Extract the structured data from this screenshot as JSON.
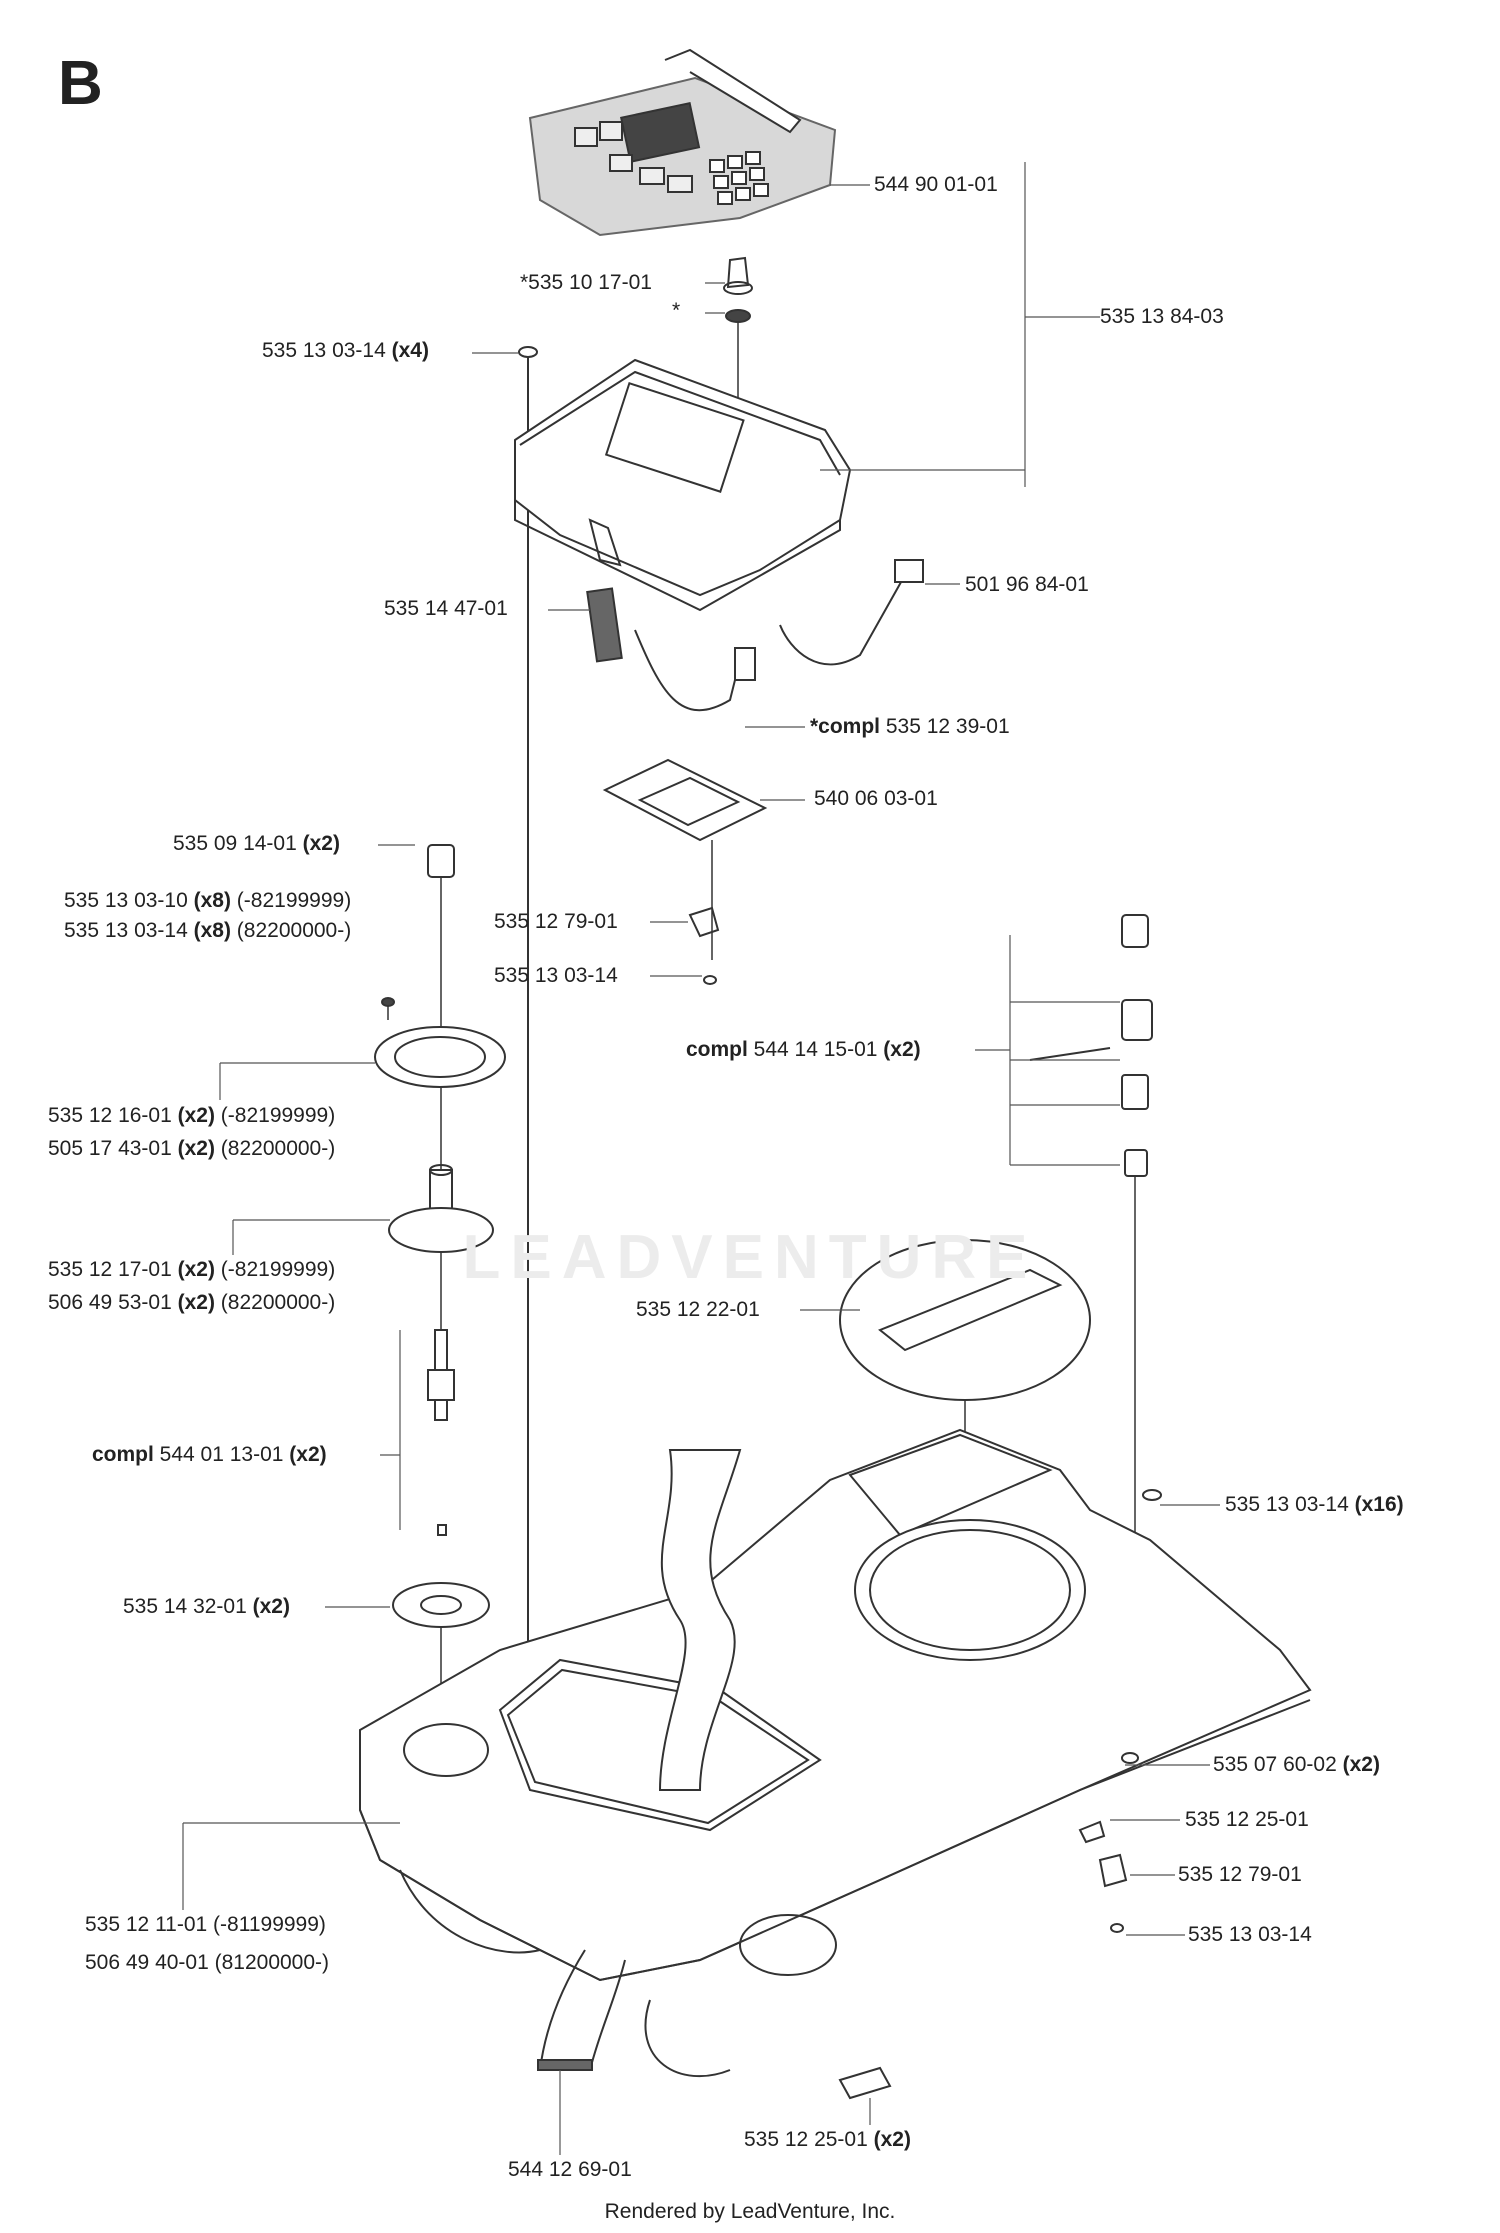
{
  "section_letter": "B",
  "footer": "Rendered by LeadVenture, Inc.",
  "watermark": "LEADVENTURE",
  "labels": {
    "l1": {
      "pre": "",
      "bold": "",
      "rest": "544 90 01-01"
    },
    "l2": {
      "pre": "*535 10 17-01",
      "bold": "",
      "rest": ""
    },
    "l3": {
      "pre": "*",
      "bold": "",
      "rest": ""
    },
    "l4": {
      "pre": "",
      "bold": "",
      "rest": "535 13 84-03"
    },
    "l5": {
      "pre": "535 13 03-14 ",
      "bold": "(x4)",
      "rest": ""
    },
    "l6": {
      "pre": "",
      "bold": "",
      "rest": "501 96 84-01"
    },
    "l7": {
      "pre": "535 14 47-01",
      "bold": "",
      "rest": ""
    },
    "l8": {
      "pre": "",
      "bold": "*compl",
      "rest": " 535 12 39-01"
    },
    "l9": {
      "pre": "",
      "bold": "",
      "rest": "540 06 03-01"
    },
    "l10": {
      "pre": "535 09 14-01 ",
      "bold": "(x2)",
      "rest": ""
    },
    "l11a": {
      "pre": "535 13 03-10 ",
      "bold": "(x8)",
      "rest": " (-82199999)"
    },
    "l11b": {
      "pre": "535 13 03-14 ",
      "bold": "(x8)",
      "rest": " (82200000-)"
    },
    "l12": {
      "pre": "535 12 79-01",
      "bold": "",
      "rest": ""
    },
    "l13": {
      "pre": "535 13 03-14",
      "bold": "",
      "rest": ""
    },
    "l14": {
      "pre": "",
      "bold": "compl",
      "rest": " 544 14 15-01 ",
      "bold2": "(x2)"
    },
    "l15a": {
      "pre": "535 12 16-01 ",
      "bold": "(x2)",
      "rest": " (-82199999)"
    },
    "l15b": {
      "pre": "505 17 43-01 ",
      "bold": "(x2)",
      "rest": " (82200000-)"
    },
    "l16a": {
      "pre": "535 12 17-01 ",
      "bold": "(x2)",
      "rest": " (-82199999)"
    },
    "l16b": {
      "pre": "506 49 53-01 ",
      "bold": "(x2)",
      "rest": " (82200000-)"
    },
    "l17": {
      "pre": "535 12 22-01",
      "bold": "",
      "rest": ""
    },
    "l18": {
      "pre": "",
      "bold": "compl",
      "rest": " 544 01 13-01 ",
      "bold2": "(x2)"
    },
    "l19": {
      "pre": "",
      "bold": "",
      "rest": "535 13 03-14 ",
      "bold2": "(x16)"
    },
    "l20": {
      "pre": "535 14 32-01 ",
      "bold": "(x2)",
      "rest": ""
    },
    "l21": {
      "pre": "",
      "bold": "",
      "rest": "535 07 60-02 ",
      "bold2": "(x2)"
    },
    "l22": {
      "pre": "",
      "bold": "",
      "rest": "535 12 25-01"
    },
    "l23": {
      "pre": "",
      "bold": "",
      "rest": "535 12 79-01"
    },
    "l24a": {
      "pre": "535 12 11-01 (-81199999)",
      "bold": "",
      "rest": ""
    },
    "l24b": {
      "pre": "506 49 40-01 (81200000-)",
      "bold": "",
      "rest": ""
    },
    "l25": {
      "pre": "",
      "bold": "",
      "rest": "535 13 03-14"
    },
    "l26": {
      "pre": "535 12 25-01 ",
      "bold": "(x2)",
      "rest": ""
    },
    "l27": {
      "pre": "544 12 69-01",
      "bold": "",
      "rest": ""
    }
  }
}
